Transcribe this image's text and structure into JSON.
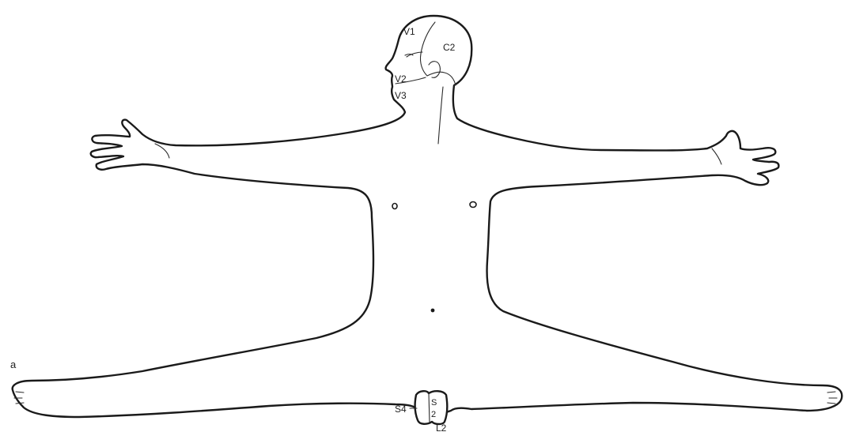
{
  "figure": {
    "panel_label": "a",
    "dermatome_labels": {
      "v1": "V1",
      "v2": "V2",
      "v3": "V3",
      "c2": "C2",
      "s4": "S4",
      "s2": "S",
      "s2_digit": "2",
      "l2": "L2"
    },
    "colors": {
      "line": "#1a1a1a",
      "background": "#ffffff"
    }
  }
}
